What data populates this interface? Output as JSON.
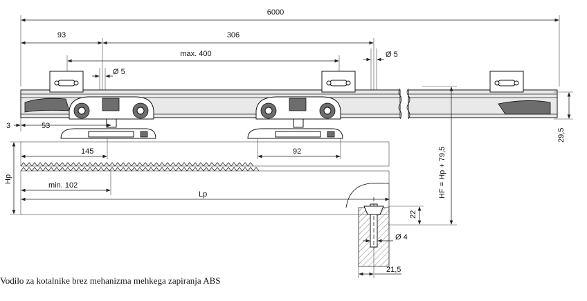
{
  "dimensions": {
    "total_length": "6000",
    "offset_93": "93",
    "spacing_306": "306",
    "max_400": "max. 400",
    "hole_d5_left": "Ø 5",
    "hole_d5_right": "Ø 5",
    "dim_3": "3",
    "dim_53": "53",
    "dim_145": "145",
    "dim_92": "92",
    "min_102": "min. 102",
    "lp": "Lp",
    "hp": "Hp",
    "hf_formula": "HF = Hp + 79,5",
    "dim_29_5": "29,5",
    "dim_22": "22",
    "pin_d4": "Ø 4",
    "dim_21_5": "21,5"
  },
  "caption": "Vodilo za kotalnike brez mehanizma mehkega zapiranja ABS"
}
